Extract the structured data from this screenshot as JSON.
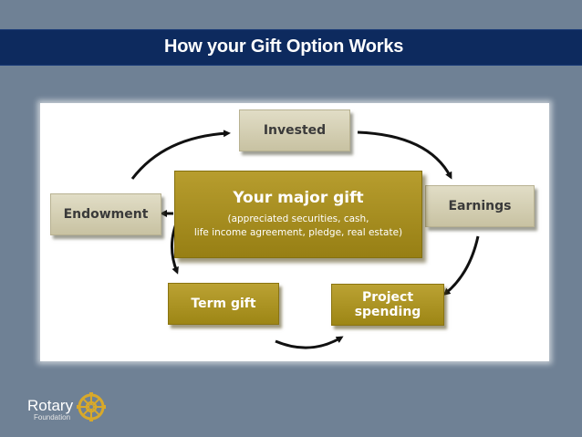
{
  "slide": {
    "title": "How your Gift Option Works"
  },
  "diagram": {
    "center": {
      "title": "Your major gift",
      "line1": "(appreciated securities, cash,",
      "line2": "life income agreement, pledge, real estate)"
    },
    "nodes": {
      "invested": "Invested",
      "earnings": "Earnings",
      "endowment": "Endowment",
      "term_gift": "Term gift",
      "project_spending": "Project spending"
    }
  },
  "logo": {
    "word": "Rotary",
    "subword": "Foundation",
    "icon": "rotary-wheel-icon",
    "color": "#d8a92a"
  },
  "colors": {
    "background": "#6f8195",
    "title_bar": "#0d2a5e",
    "tan_box": "#d8d3b7",
    "olive_box": "#a89020"
  }
}
